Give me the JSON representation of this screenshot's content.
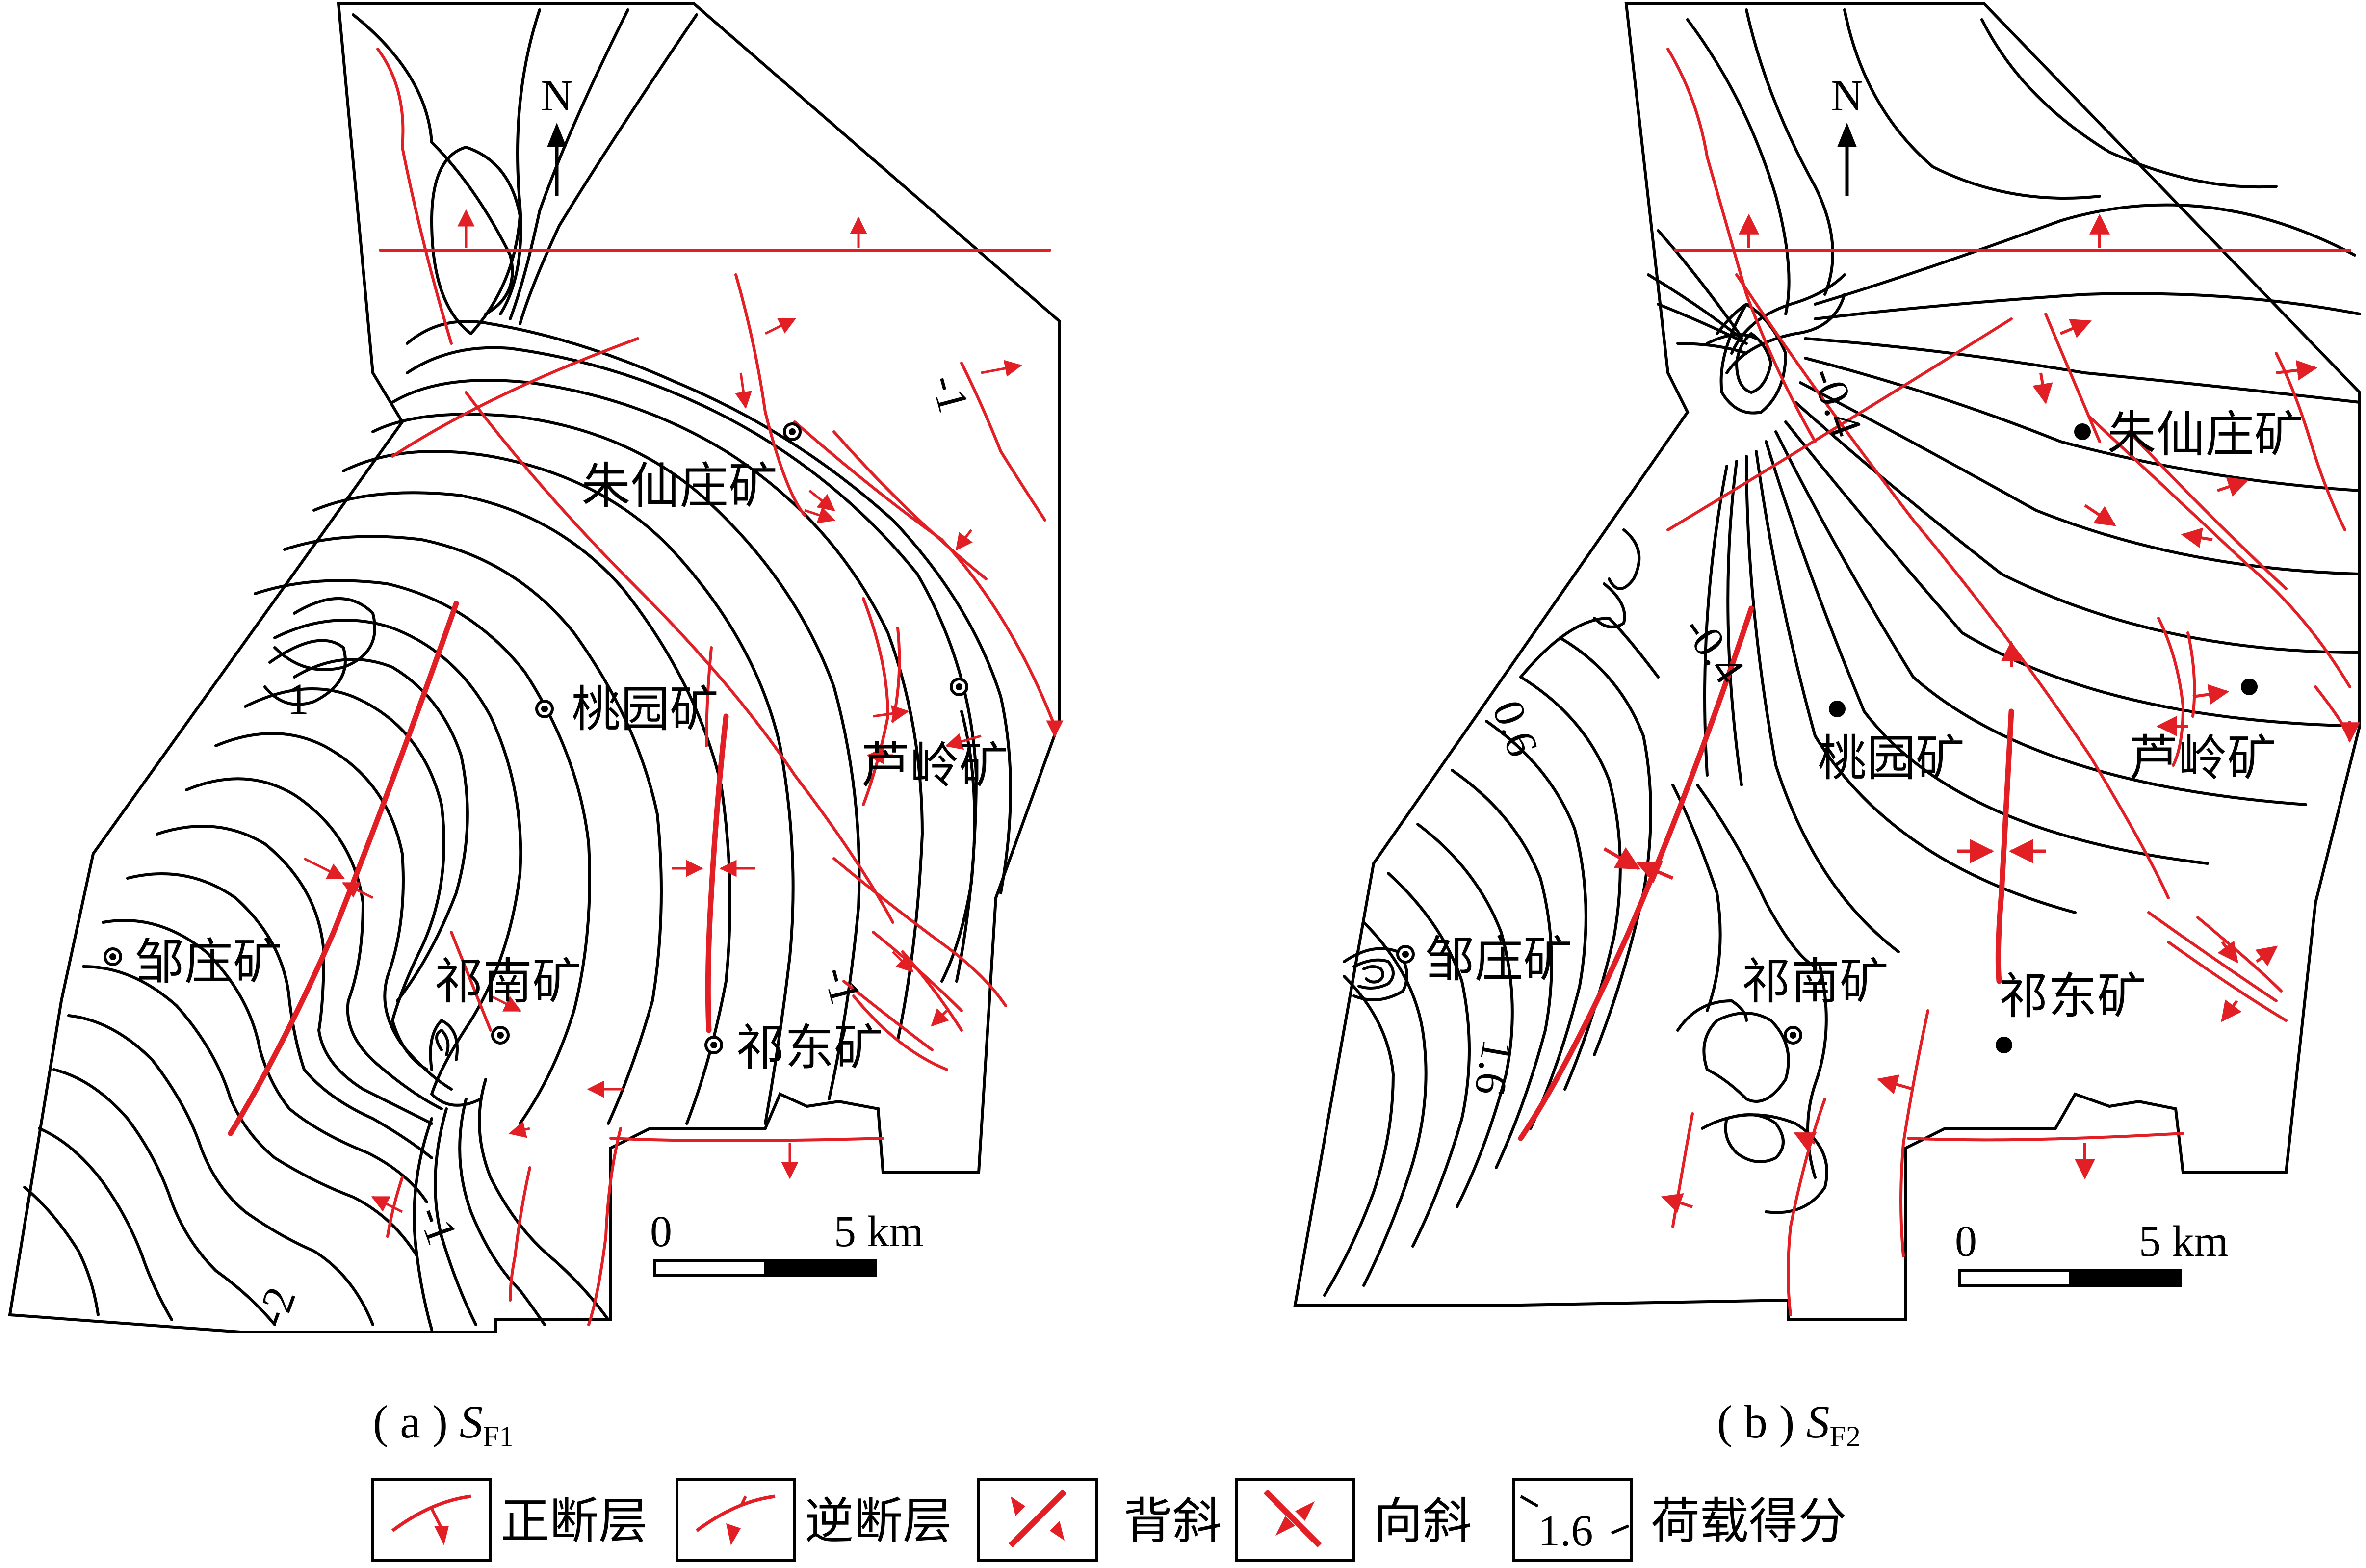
{
  "colors": {
    "fault": "#e31f26",
    "contour": "#000000",
    "background": "#ffffff"
  },
  "panels": [
    {
      "id": "a",
      "caption_prefix": "( a ) ",
      "caption_symbol": "S",
      "caption_subscript": "F1",
      "north_label": "N",
      "scale": {
        "start": "0",
        "end": "5 km"
      },
      "mines": [
        "朱仙庄矿",
        "桃园矿",
        "芦岭矿",
        "邹庄矿",
        "祁南矿",
        "祁东矿"
      ],
      "contour_labels": [
        "-1",
        "1",
        "-1",
        "-1",
        "-2"
      ]
    },
    {
      "id": "b",
      "caption_prefix": "( b ) ",
      "caption_symbol": "S",
      "caption_subscript": "F2",
      "north_label": "N",
      "scale": {
        "start": "0",
        "end": "5 km"
      },
      "mines": [
        "朱仙庄矿",
        "桃园矿",
        "芦岭矿",
        "邹庄矿",
        "祁南矿",
        "祁东矿"
      ],
      "contour_labels": [
        "-0.4",
        "-0.4",
        "0.6",
        "1.6"
      ]
    }
  ],
  "legend": [
    {
      "icon": "normal-fault-icon",
      "label": "正断层"
    },
    {
      "icon": "reverse-fault-icon",
      "label": "逆断层"
    },
    {
      "icon": "anticline-icon",
      "label": "背斜"
    },
    {
      "icon": "syncline-icon",
      "label": "向斜"
    },
    {
      "icon": "contour-value-icon",
      "label": "荷载得分",
      "value": "1.6"
    }
  ]
}
